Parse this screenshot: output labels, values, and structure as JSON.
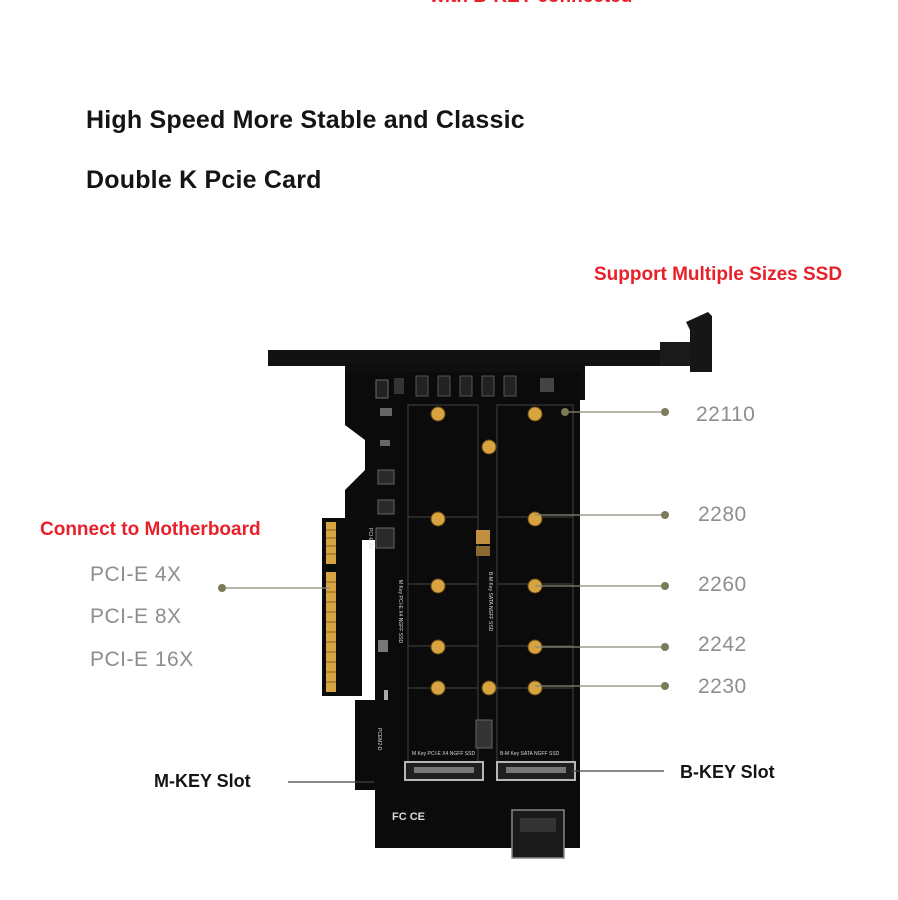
{
  "top_cut_text": "with B-KEY connected",
  "headline": {
    "line1": "High Speed  More Stable and Classic",
    "line2": "Double K Pcie Card"
  },
  "callouts": {
    "sizes_title": "Support Multiple Sizes SSD",
    "motherboard_title": "Connect to Motherboard",
    "pcie_options": [
      "PCI-E 4X",
      "PCI-E 8X",
      "PCI-E 16X"
    ],
    "ssd_sizes": [
      "22110",
      "2280",
      "2260",
      "2242",
      "2230"
    ],
    "m_key_slot": "M-KEY Slot",
    "b_key_slot": "B-KEY Slot"
  },
  "pcb_silkscreen": {
    "left_slot_label": "M Key PCI-E X4 NGFF SSD",
    "right_slot_label": "B-M Key SATA NGFF SSD",
    "m_key_vertical": "M Key PCI-E X4 NGFF SSD",
    "b_key_vertical": "B-M Key SATA NGFF SSD",
    "pcie_marking": "PCI-E 4X",
    "model": "PCEM2-D",
    "cert_marks": "FC CE"
  },
  "colors": {
    "accent_red": "#e8202a",
    "callout_gray": "#8e8e8e",
    "pcb_black": "#0b0b0b",
    "gold": "#d7a441",
    "leader_dot": "#7b7b5a"
  }
}
